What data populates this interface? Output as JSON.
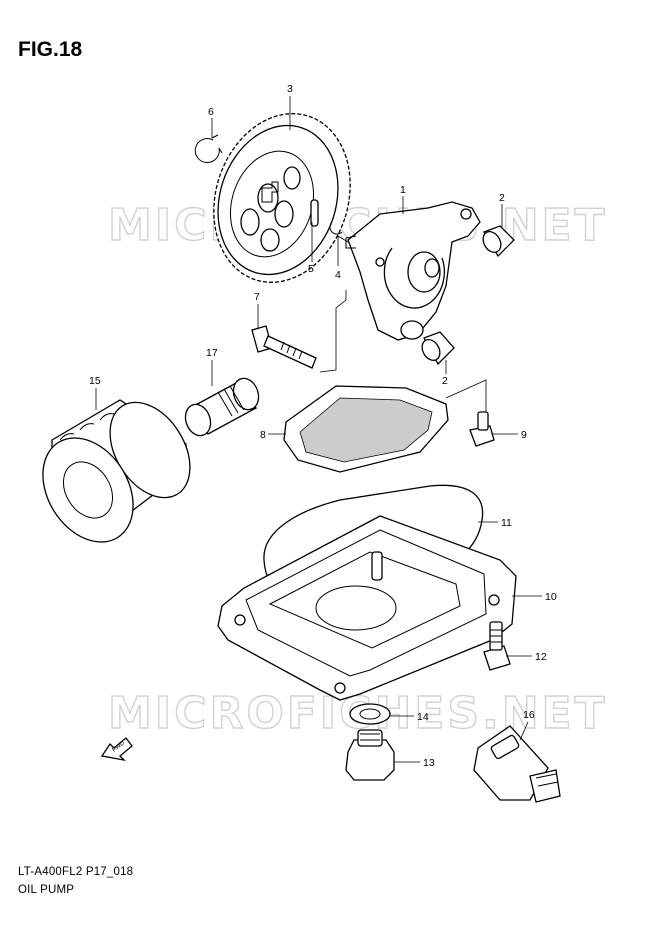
{
  "figure": {
    "title": "FIG.18"
  },
  "watermarks": [
    "MICROFICHES.NET",
    "MICROFICHES.NET"
  ],
  "fwd_label": "FWD",
  "callouts": {
    "c1": "1",
    "c2a": "2",
    "c2b": "2",
    "c3": "3",
    "c4": "4",
    "c5": "5",
    "c6": "6",
    "c7": "7",
    "c8": "8",
    "c9": "9",
    "c10": "10",
    "c11": "11",
    "c12": "12",
    "c13": "13",
    "c14": "14",
    "c15": "15",
    "c16": "16",
    "c17": "17"
  },
  "footer": {
    "code": "LT-A400FL2 P17_018",
    "name": "OIL PUMP"
  }
}
